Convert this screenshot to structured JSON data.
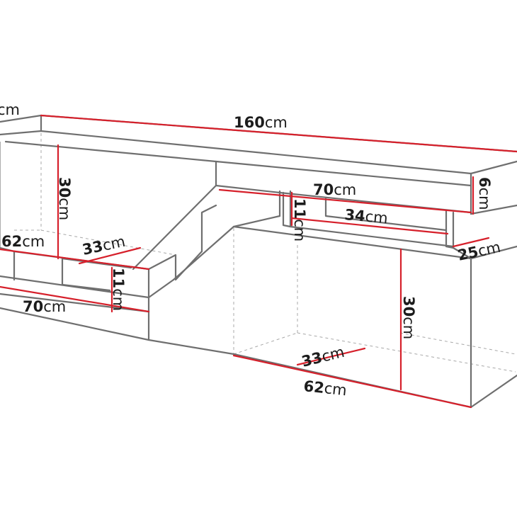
{
  "colors": {
    "outline": "#6f6f6f",
    "hidden_line": "#a8a8a8",
    "dimension_line": "#d6202b",
    "label_text": "#1c1c1c",
    "background": "#ffffff"
  },
  "dimensions": [
    {
      "id": "total-width",
      "value": "160",
      "unit": "cm"
    },
    {
      "id": "left-depth",
      "value": "",
      "unit": "cm"
    },
    {
      "id": "left-upper-height",
      "value": "30",
      "unit": "cm"
    },
    {
      "id": "left-shelf-width",
      "value": "62",
      "unit": "cm"
    },
    {
      "id": "left-inner-depth",
      "value": "33",
      "unit": "cm"
    },
    {
      "id": "left-drawer-height",
      "value": "11",
      "unit": "cm"
    },
    {
      "id": "left-lower-width",
      "value": "70",
      "unit": "cm"
    },
    {
      "id": "top-shelf-width",
      "value": "70",
      "unit": "cm"
    },
    {
      "id": "right-drawer-height",
      "value": "11",
      "unit": "cm"
    },
    {
      "id": "right-drawer-width",
      "value": "34",
      "unit": "cm"
    },
    {
      "id": "top-thickness",
      "value": "6",
      "unit": "cm"
    },
    {
      "id": "right-depth",
      "value": "25",
      "unit": "cm"
    },
    {
      "id": "right-lower-height",
      "value": "30",
      "unit": "cm"
    },
    {
      "id": "right-inner-depth",
      "value": "33",
      "unit": "cm"
    },
    {
      "id": "right-shelf-width",
      "value": "62",
      "unit": "cm"
    }
  ]
}
